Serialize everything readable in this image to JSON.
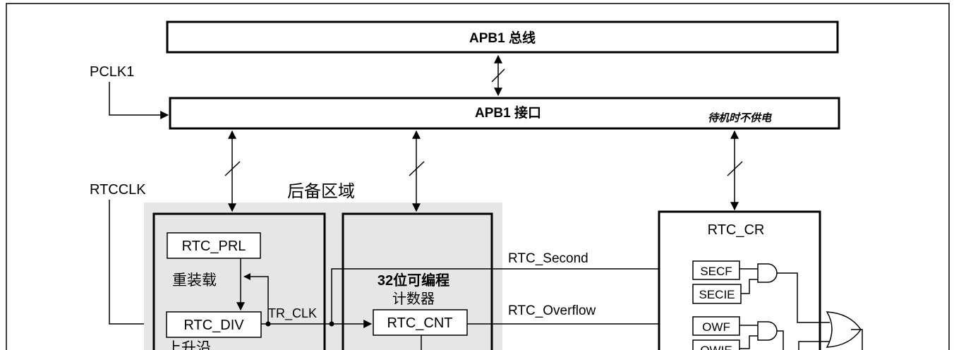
{
  "diagram": {
    "apb1_bus": "APB1 总线",
    "apb1_interface": "APB1 接口",
    "standby_note": "待机时不供电",
    "pclk1": "PCLK1",
    "rtcclk": "RTCCLK",
    "backup_domain": "后备区域",
    "rtc_prl": "RTC_PRL",
    "reload": "重装载",
    "rtc_div": "RTC_DIV",
    "rising_edge": "上升沿",
    "tr_clk": "TR_CLK",
    "counter_title_1": "32位可编程",
    "counter_title_2": "计数器",
    "rtc_cnt": "RTC_CNT",
    "rtc_second": "RTC_Second",
    "rtc_overflow": "RTC_Overflow",
    "rtc_cr": "RTC_CR",
    "secf": "SECF",
    "secie": "SECIE",
    "owf": "OWF",
    "owie": "OWIE"
  },
  "colors": {
    "line": "#000000",
    "backup_fill": "#e6e6e6",
    "background": "#ffffff"
  }
}
